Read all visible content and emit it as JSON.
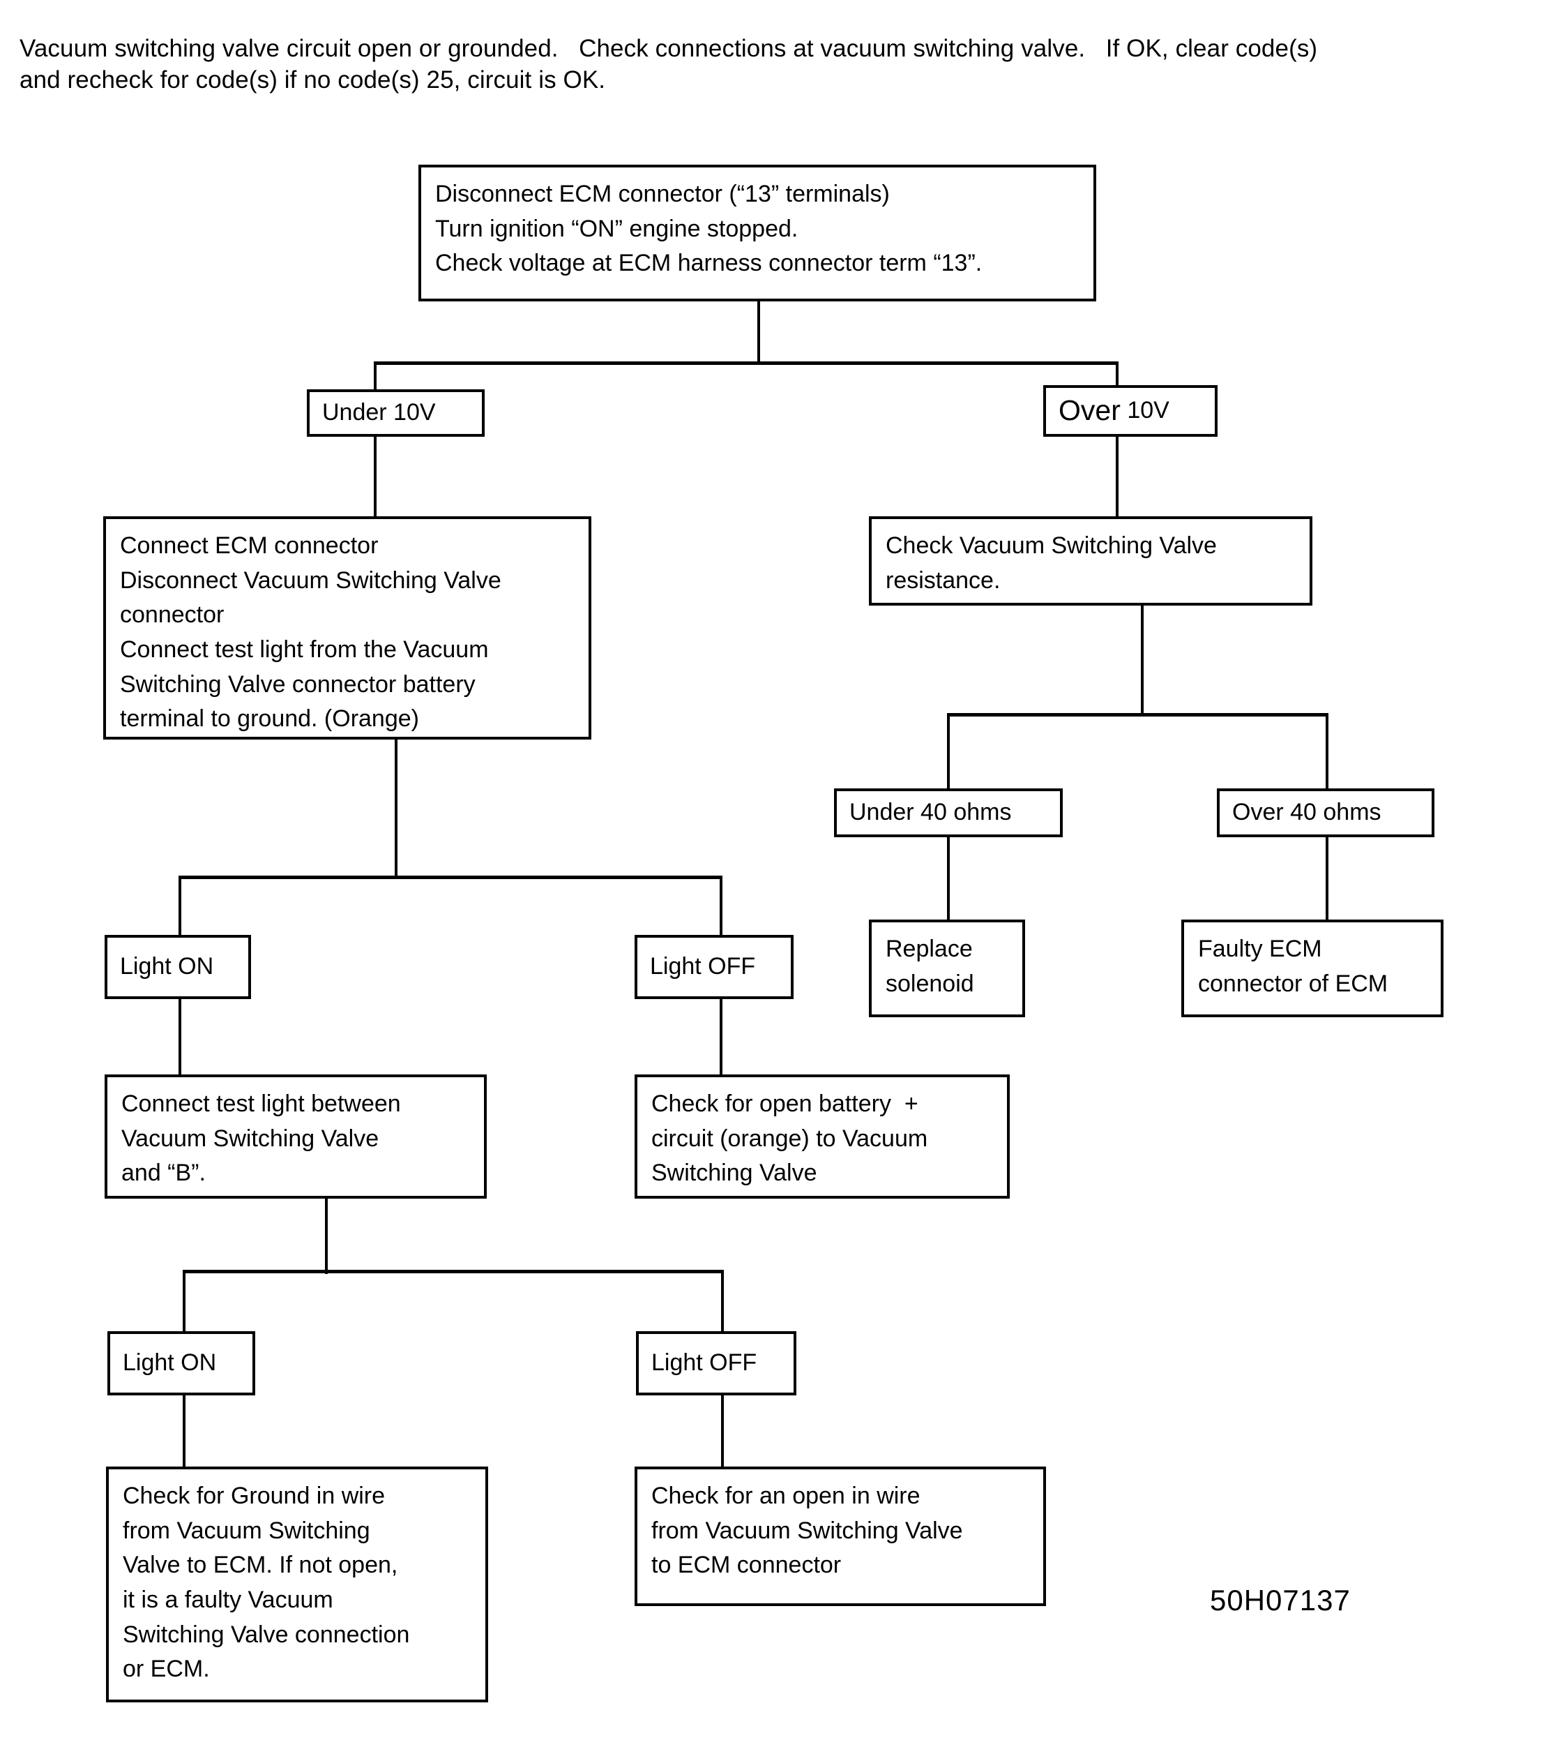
{
  "header": {
    "text": "Vacuum switching valve circuit open or grounded.   Check connections at vacuum switching valve.   If OK, clear code(s)\nand recheck for code(s) if no code(s) 25, circuit is OK."
  },
  "figure": {
    "code": "50H07137"
  },
  "chart_data": {
    "type": "diagram",
    "title": "Vacuum switching valve circuit diagnostic flowchart",
    "nodes": [
      {
        "id": "start",
        "text": "Disconnect ECM connector (“13” terminals)\nTurn ignition “ON” engine stopped.\nCheck voltage at ECM harness connector term “13”."
      },
      {
        "id": "under10v",
        "text": "Under 10V"
      },
      {
        "id": "over10v_big",
        "text": "Over"
      },
      {
        "id": "over10v_small",
        "text": " 10V"
      },
      {
        "id": "connect_ecm",
        "text": "Connect ECM connector\nDisconnect Vacuum Switching Valve\nconnector\nConnect test light from the Vacuum\nSwitching Valve connector battery\nterminal to ground. (Orange)"
      },
      {
        "id": "check_resistance",
        "text": "Check Vacuum Switching Valve\nresistance."
      },
      {
        "id": "under40",
        "text": "Under 40 ohms"
      },
      {
        "id": "over40",
        "text": "Over 40 ohms"
      },
      {
        "id": "replace_solenoid",
        "text": "Replace\nsolenoid"
      },
      {
        "id": "faulty_ecm",
        "text": "Faulty ECM\nconnector of ECM"
      },
      {
        "id": "light_on_1",
        "text": "Light ON"
      },
      {
        "id": "light_off_1",
        "text": "Light OFF"
      },
      {
        "id": "connect_test_light",
        "text": "Connect test light between\nVacuum Switching Valve\nand “B”."
      },
      {
        "id": "check_open_battery",
        "text": "Check for open battery  +\ncircuit (orange) to Vacuum\nSwitching Valve"
      },
      {
        "id": "light_on_2",
        "text": "Light ON"
      },
      {
        "id": "light_off_2",
        "text": "Light OFF"
      },
      {
        "id": "check_ground",
        "text": "Check for Ground in wire\nfrom Vacuum Switching\nValve to ECM. If not open,\nit is a faulty Vacuum\nSwitching Valve connection\nor ECM."
      },
      {
        "id": "check_open_wire",
        "text": "Check for an open in wire\nfrom Vacuum Switching Valve\nto ECM connector"
      }
    ],
    "edges": [
      {
        "from": "start",
        "to": "under10v",
        "label": "Under 10V"
      },
      {
        "from": "start",
        "to": "over10v_big",
        "label": "Over 10V"
      },
      {
        "from": "under10v",
        "to": "connect_ecm",
        "label": ""
      },
      {
        "from": "over10v_big",
        "to": "check_resistance",
        "label": ""
      },
      {
        "from": "check_resistance",
        "to": "under40",
        "label": "Under 40 ohms"
      },
      {
        "from": "check_resistance",
        "to": "over40",
        "label": "Over 40 ohms"
      },
      {
        "from": "under40",
        "to": "replace_solenoid",
        "label": ""
      },
      {
        "from": "over40",
        "to": "faulty_ecm",
        "label": ""
      },
      {
        "from": "connect_ecm",
        "to": "light_on_1",
        "label": "Light ON"
      },
      {
        "from": "connect_ecm",
        "to": "light_off_1",
        "label": "Light OFF"
      },
      {
        "from": "light_on_1",
        "to": "connect_test_light",
        "label": ""
      },
      {
        "from": "light_off_1",
        "to": "check_open_battery",
        "label": ""
      },
      {
        "from": "connect_test_light",
        "to": "light_on_2",
        "label": "Light ON"
      },
      {
        "from": "connect_test_light",
        "to": "light_off_2",
        "label": "Light OFF"
      },
      {
        "from": "light_on_2",
        "to": "check_ground",
        "label": ""
      },
      {
        "from": "light_off_2",
        "to": "check_open_wire",
        "label": ""
      }
    ],
    "colors": {
      "stroke": "#000000",
      "fill": "#ffffff",
      "text": "#000000"
    }
  }
}
